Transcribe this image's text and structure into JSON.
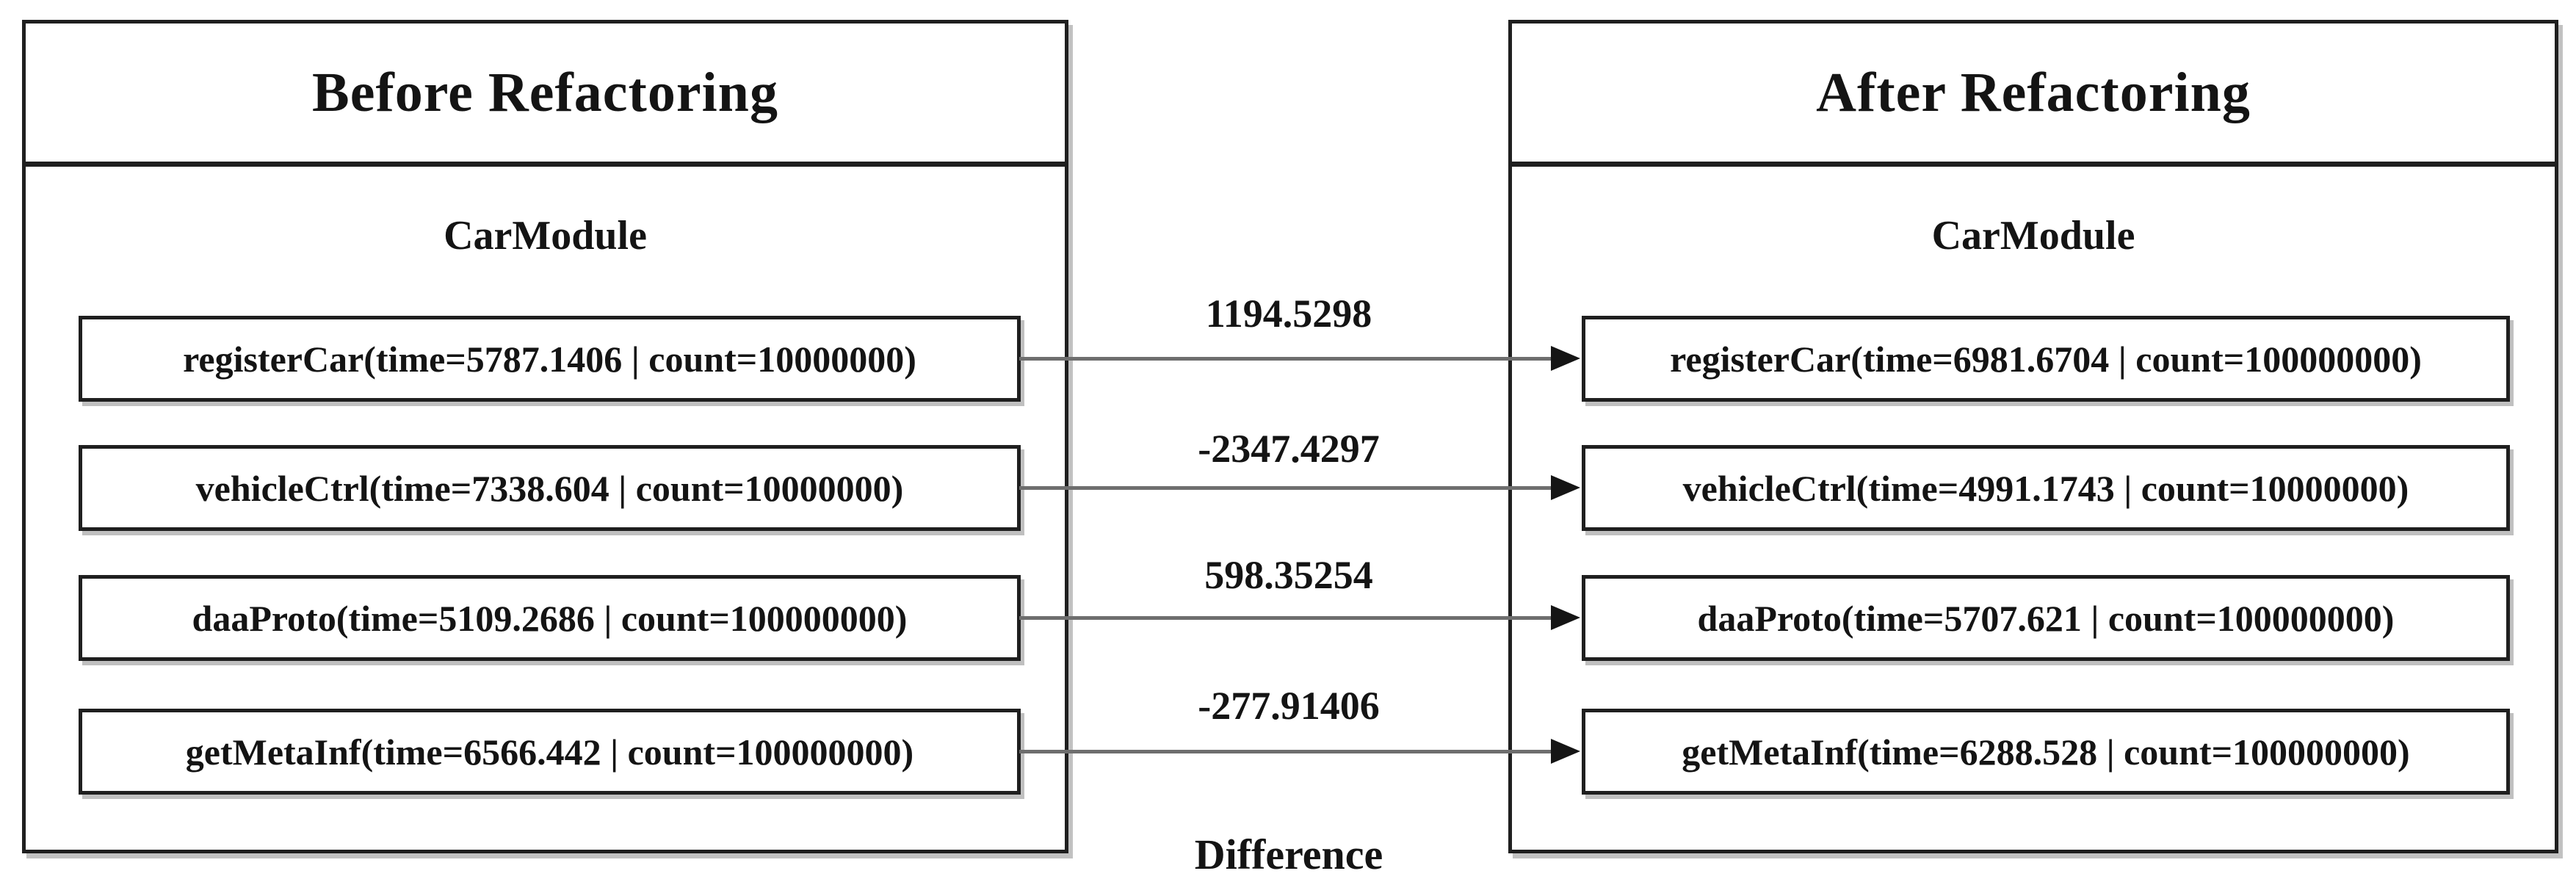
{
  "diagram": {
    "before": {
      "title": "Before Refactoring",
      "module": "CarModule",
      "methods": [
        {
          "name": "registerCar",
          "time": "5787.1406",
          "count": "10000000",
          "label": "registerCar(time=5787.1406 | count=10000000)"
        },
        {
          "name": "vehicleCtrl",
          "time": "7338.604",
          "count": "10000000",
          "label": "vehicleCtrl(time=7338.604 | count=10000000)"
        },
        {
          "name": "daaProto",
          "time": "5109.2686",
          "count": "100000000",
          "label": "daaProto(time=5109.2686 | count=100000000)"
        },
        {
          "name": "getMetaInf",
          "time": "6566.442",
          "count": "100000000",
          "label": "getMetaInf(time=6566.442 | count=100000000)"
        }
      ]
    },
    "after": {
      "title": "After Refactoring",
      "module": "CarModule",
      "methods": [
        {
          "name": "registerCar",
          "time": "6981.6704",
          "count": "100000000",
          "label": "registerCar(time=6981.6704 | count=100000000)"
        },
        {
          "name": "vehicleCtrl",
          "time": "4991.1743",
          "count": "10000000",
          "label": "vehicleCtrl(time=4991.1743 | count=10000000)"
        },
        {
          "name": "daaProto",
          "time": "5707.621",
          "count": "100000000",
          "label": "daaProto(time=5707.621 | count=100000000)"
        },
        {
          "name": "getMetaInf",
          "time": "6288.528",
          "count": "100000000",
          "label": "getMetaInf(time=6288.528 | count=100000000)"
        }
      ]
    },
    "differences": {
      "caption": "Difference",
      "values": [
        "1194.5298",
        "-2347.4297",
        "598.35254",
        "-277.91406"
      ]
    },
    "colors": {
      "text": "#141414",
      "border": "#1f1f1f",
      "arrow_line": "#6e6e6e",
      "arrow_head": "#151515",
      "background": "#ffffff"
    }
  }
}
